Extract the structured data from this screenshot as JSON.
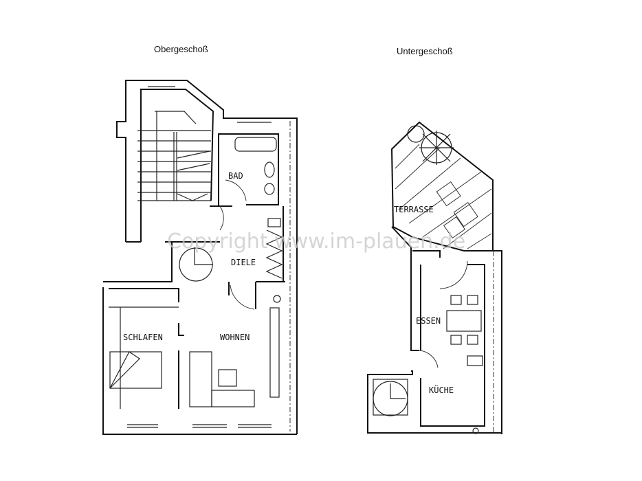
{
  "titles": {
    "upper": "Obergeschoß",
    "lower": "Untergeschoß"
  },
  "rooms": {
    "bad": "BAD",
    "diele": "DIELE",
    "schlafen": "SCHLAFEN",
    "wohnen": "WOHNEN",
    "terrasse": "TERRASSE",
    "essen": "ESSEN",
    "kueche": "KÜCHE"
  },
  "watermark": "Copyright www.im-plauen.de"
}
